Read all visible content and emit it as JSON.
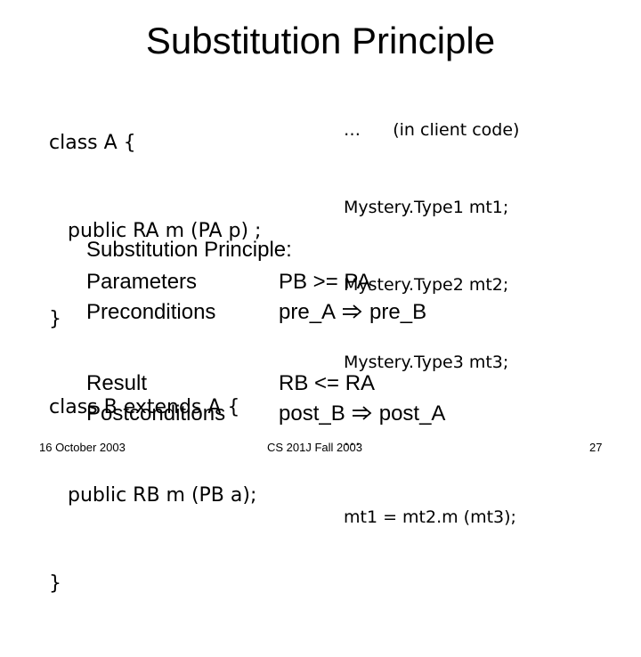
{
  "title": "Substitution Principle",
  "code_lines": [
    "class A {",
    "   public RA m (PA p) ;",
    "}",
    "class B extends A {",
    "   public RB m (PB a);",
    "}"
  ],
  "client_lines": [
    "…      (in client code)",
    "Mystery.Type1 mt1;",
    "Mystery.Type2 mt2;",
    "Mystery.Type3 mt3;",
    "…",
    "mt1 = mt2.m (mt3);"
  ],
  "principle": {
    "heading": "Substitution Principle:",
    "rows": [
      {
        "label": "Parameters",
        "value": "PB >= PA"
      },
      {
        "label": "Preconditions",
        "left": "pre_A",
        "right": "pre_B"
      },
      {
        "label": "Result",
        "value": "RB <= RA"
      },
      {
        "label": "Postconditions",
        "left": "post_B",
        "right": "post_A"
      }
    ]
  },
  "footer": {
    "date": "16 October 2003",
    "course": "CS 201J Fall 2003",
    "page": "27"
  }
}
